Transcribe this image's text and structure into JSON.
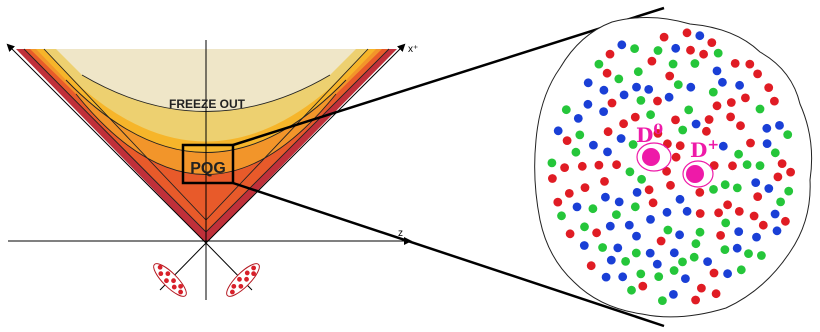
{
  "diagram": {
    "axis_labels": {
      "x_plus": "x⁺",
      "z": "z"
    },
    "region_labels": {
      "freeze_out": "FREEZE OUT",
      "plasma": "PQG"
    },
    "particles": {
      "d0": {
        "base": "D",
        "sup": "0"
      },
      "dplus": {
        "base": "D",
        "sup": "+"
      }
    },
    "colors": {
      "cone_outer": "#c0303a",
      "cone_orange_red": "#e85a2a",
      "cone_orange": "#f2952a",
      "cone_amber": "#f6b52a",
      "cone_yellow": "#edd070",
      "cone_top": "#efe6c8",
      "quark_red": "#e01c24",
      "quark_blue": "#1a3fd6",
      "quark_green": "#25c63a",
      "d_meson": "#ee1aa8"
    }
  }
}
